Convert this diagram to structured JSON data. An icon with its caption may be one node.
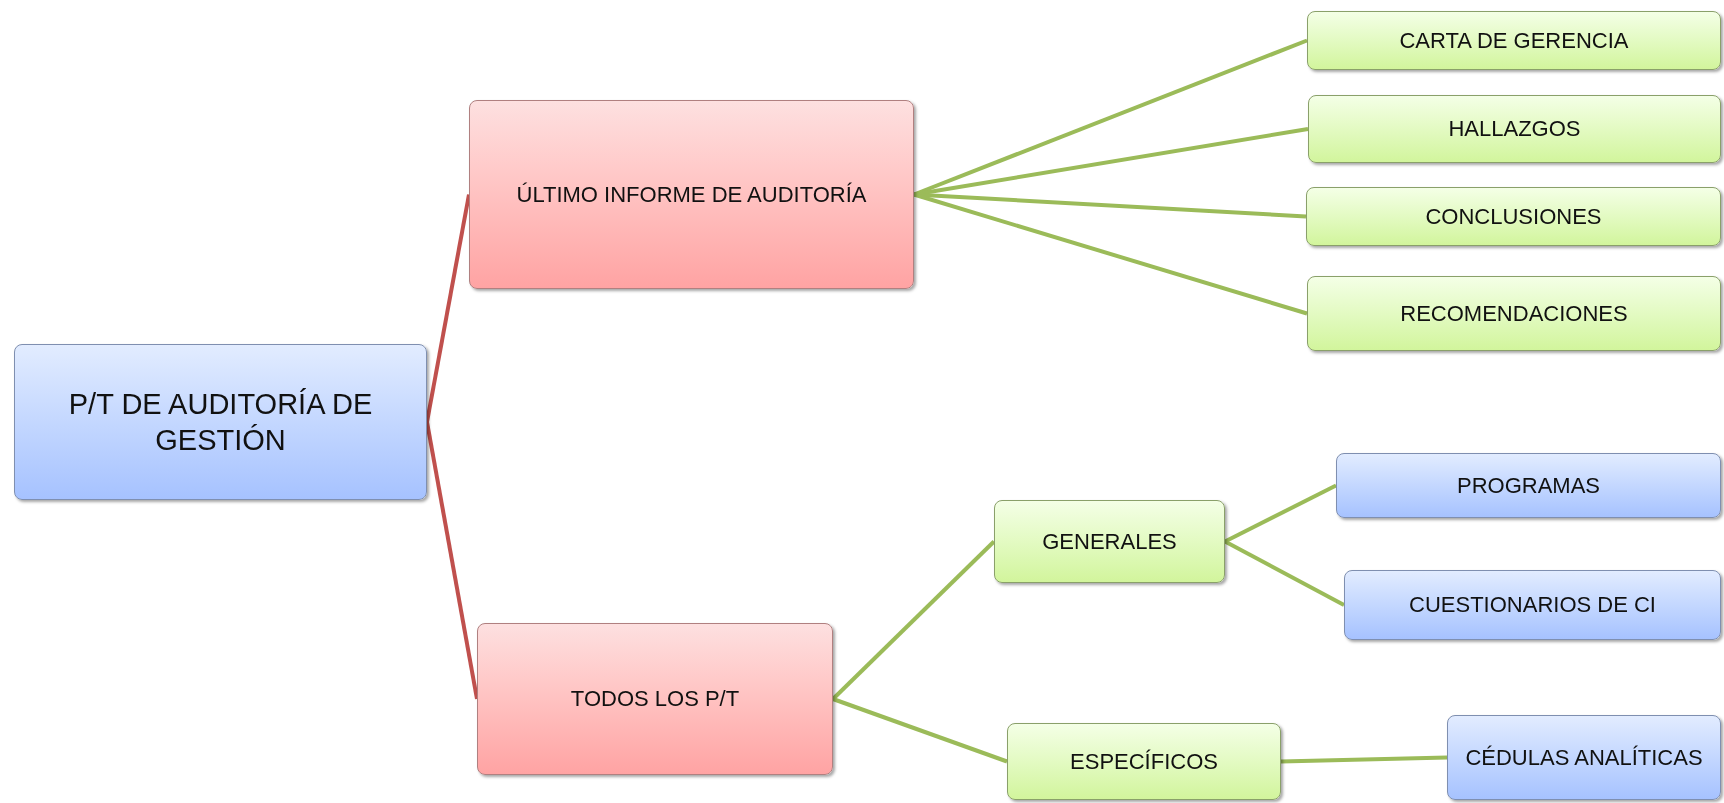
{
  "diagram": {
    "nodes": [
      {
        "text": [
          "P/T  DE AUDITORÍA DE GESTIÓN"
        ]
      },
      {
        "text": [
          "ÚLTIMO INFORME DE AUDITORÍA"
        ]
      },
      {
        "text": [
          "CARTA DE GERENCIA"
        ]
      },
      {
        "text": [
          "HALLAZGOS"
        ]
      },
      {
        "text": [
          "CONCLUSIONES"
        ]
      },
      {
        "text": [
          "RECOMENDACIONES"
        ]
      },
      {
        "text": [
          "TODOS LOS P/T"
        ]
      },
      {
        "text": [
          "GENERALES"
        ]
      },
      {
        "text": [
          "PROGRAMAS"
        ]
      },
      {
        "text": [
          "CUESTIONARIOS DE CI"
        ]
      },
      {
        "text": [
          "ESPECÍFICOS"
        ]
      },
      {
        "text": [
          "CÉDULAS ANALÍTICAS"
        ]
      }
    ],
    "edges": [
      {
        "from": 0,
        "to": 1,
        "arrow": "none",
        "color": "#c0504d"
      },
      {
        "from": 0,
        "to": 6,
        "arrow": "none",
        "color": "#c0504d"
      },
      {
        "from": 1,
        "to": 2,
        "arrow": "none"
      },
      {
        "from": 1,
        "to": 3,
        "arrow": "none"
      },
      {
        "from": 1,
        "to": 4,
        "arrow": "none"
      },
      {
        "from": 1,
        "to": 5,
        "arrow": "none"
      },
      {
        "from": 6,
        "to": 7,
        "arrow": "none"
      },
      {
        "from": 6,
        "to": 10,
        "arrow": "none"
      },
      {
        "from": 7,
        "to": 8,
        "arrow": "none"
      },
      {
        "from": 7,
        "to": 9,
        "arrow": "none"
      },
      {
        "from": 10,
        "to": 11,
        "arrow": "none"
      }
    ]
  }
}
